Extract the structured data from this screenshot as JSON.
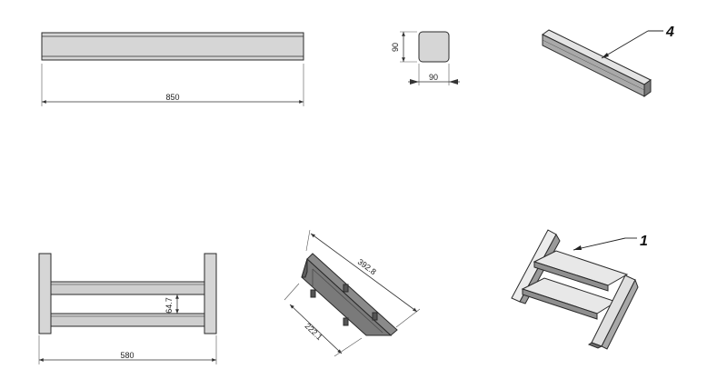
{
  "dimensions": {
    "beam_length": "850",
    "section_height": "90",
    "section_width": "90",
    "frame_width": "580",
    "rail_spacing": "64.7",
    "triangle_hypotenuse": "392.8",
    "triangle_leg": "222.1"
  },
  "callouts": {
    "beam": "4",
    "assembly": "1"
  },
  "colors": {
    "line": "#2a2a2a",
    "face_light": "#d9d9d9",
    "face_mid": "#bfbfbf",
    "face_dark": "#8c8c8c",
    "face_darker": "#6e6e6e"
  }
}
